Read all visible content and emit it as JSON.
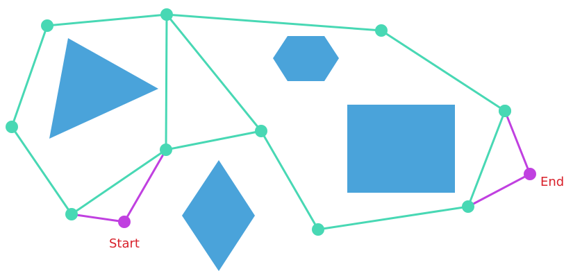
{
  "colors": {
    "graph_edge": "#48d8b4",
    "graph_node": "#48d8b4",
    "path_edge": "#c040e0",
    "path_node": "#c040e0",
    "obstacle": "#4aa3da",
    "label": "#d8202a",
    "background": "#ffffff"
  },
  "labels": {
    "start": "Start",
    "end": "End"
  },
  "nodes": [
    {
      "id": "n1"
    },
    {
      "id": "n2"
    },
    {
      "id": "n3"
    },
    {
      "id": "n4"
    },
    {
      "id": "n5"
    },
    {
      "id": "n6"
    },
    {
      "id": "n7"
    },
    {
      "id": "n8"
    },
    {
      "id": "n9"
    },
    {
      "id": "n10"
    },
    {
      "id": "n11"
    },
    {
      "id": "start"
    },
    {
      "id": "end"
    }
  ],
  "graph_edges": [
    [
      "n1",
      "n2"
    ],
    [
      "n1",
      "n3"
    ],
    [
      "n3",
      "n4"
    ],
    [
      "n2",
      "n5"
    ],
    [
      "n2",
      "n6"
    ],
    [
      "n2",
      "n7"
    ],
    [
      "n4",
      "n6"
    ],
    [
      "n5",
      "n6"
    ],
    [
      "n5",
      "n8"
    ],
    [
      "n6",
      "n7"
    ],
    [
      "n7",
      "n9"
    ],
    [
      "n8",
      "n10"
    ],
    [
      "n10",
      "n11"
    ],
    [
      "n11",
      "n9"
    ]
  ],
  "path_edges": [
    [
      "n4",
      "start"
    ],
    [
      "start",
      "n5"
    ],
    [
      "n10",
      "end"
    ],
    [
      "end",
      "n11"
    ]
  ],
  "obstacles": [
    {
      "shape": "triangle"
    },
    {
      "shape": "hexagon"
    },
    {
      "shape": "rectangle"
    },
    {
      "shape": "diamond"
    }
  ]
}
